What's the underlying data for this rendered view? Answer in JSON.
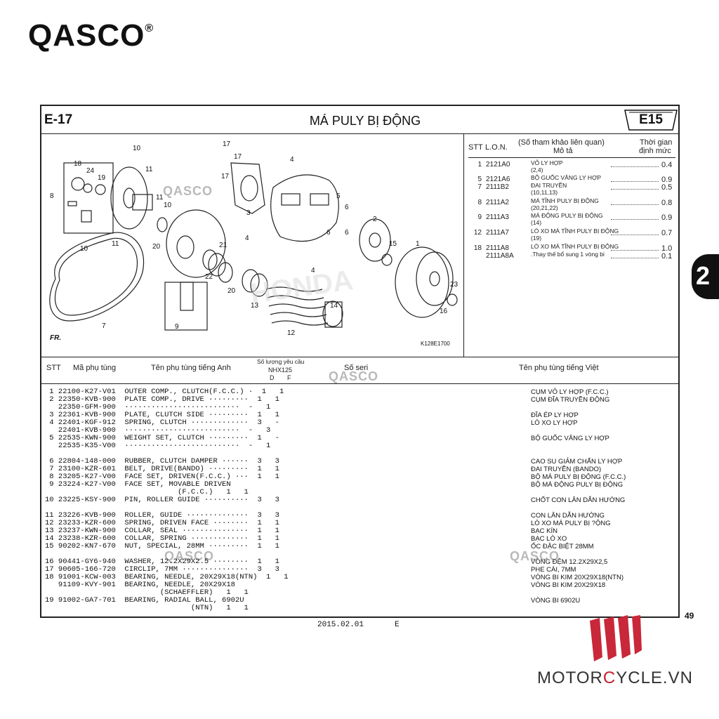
{
  "brand": {
    "name": "QASCO",
    "reg": "®"
  },
  "header": {
    "code": "E-17",
    "title": "MÁ PULY BỊ ĐỘNG",
    "badge": "E15"
  },
  "ref": {
    "h_stt": "STT",
    "h_lon": "L.O.N.",
    "h_ref": "(Số tham khảo liên quan)",
    "h_desc": "Mô tả",
    "h_time1": "Thời gian",
    "h_time2": "định mức",
    "rows": [
      {
        "stt": "1",
        "lon": "2121A0",
        "desc": "VỎ LY HỢP",
        "sub": "(2,4)",
        "time": "0.4"
      },
      {
        "stt": "5",
        "lon": "2121A6",
        "desc": "BỘ GUỐC VĂNG LY HỢP",
        "sub": "",
        "time": "0.9"
      },
      {
        "stt": "7",
        "lon": "2111B2",
        "desc": "ĐAI TRUYỀN",
        "sub": "(10,11,13)",
        "time": "0.5"
      },
      {
        "stt": "8",
        "lon": "2111A2",
        "desc": "MÁ TĨNH PULY BỊ ĐỘNG",
        "sub": "(20,21,22)",
        "time": "0.8"
      },
      {
        "stt": "9",
        "lon": "2111A3",
        "desc": "MÁ ĐỘNG PULY BỊ ĐỘNG",
        "sub": "(14)",
        "time": "0.9"
      },
      {
        "stt": "12",
        "lon": "2111A7",
        "desc": "LÒ XO MÁ TĨNH PULY BỊ ĐỘNG",
        "sub": "(19)",
        "time": "0.7"
      },
      {
        "stt": "18",
        "lon": "2111A8",
        "desc": "LÒ XO MÁ TĨNH PULY BỊ ĐỘNG",
        "sub": "",
        "time": "1.0"
      },
      {
        "stt": "",
        "lon": "2111A8A",
        "desc": ".Thay thế bổ sung 1 vòng bi",
        "sub": "",
        "time": "0.1"
      }
    ]
  },
  "diagram": {
    "code": "K128E1700",
    "fr": "FR.",
    "callouts": [
      "10",
      "11",
      "18",
      "24",
      "19",
      "8",
      "11",
      "10",
      "20",
      "10",
      "11",
      "7",
      "9",
      "17",
      "17",
      "17",
      "3",
      "4",
      "5",
      "6",
      "6",
      "6",
      "2",
      "4",
      "4",
      "22",
      "21",
      "20",
      "13",
      "12",
      "14",
      "15",
      "1",
      "23",
      "16"
    ]
  },
  "table": {
    "h_stt": "STT",
    "h_part": "Mã phụ tùng",
    "h_en": "Tên phụ tùng tiếng Anh",
    "h_qty": "Số lượng yêu cầu",
    "h_model": "NHX125",
    "h_d": "D",
    "h_f": "F",
    "h_seri": "Số seri",
    "h_vi": "Tên phụ tùng tiếng Việt",
    "lines": [
      {
        "t": " 1 22100-K27-V01  OUTER COMP., CLUTCH(F.C.C.) ·  1   1",
        "v": "CỤM VỎ LY HỢP (F.C.C.)"
      },
      {
        "t": " 2 22350-KVB-900  PLATE COMP., DRIVE ·········  1   1",
        "v": "CỤM ĐĨA TRUYỀN ĐỘNG"
      },
      {
        "t": "   22350-GFM-900  ··························  -   1",
        "v": ""
      },
      {
        "t": " 3 22361-KVB-900  PLATE, CLUTCH SIDE ·········  1   1",
        "v": "ĐĨA ÉP LY HỢP"
      },
      {
        "t": " 4 22401-KGF-912  SPRING, CLUTCH ·············  3   -",
        "v": "LÒ XO LY HỢP"
      },
      {
        "t": "   22401-KVB-900  ··························  -   3",
        "v": ""
      },
      {
        "t": " 5 22535-KWN-900  WEIGHT SET, CLUTCH ·········  1   -",
        "v": "BỘ GUỐC VĂNG LY HỢP"
      },
      {
        "t": "   22535-K35-V00  ··························  -   1",
        "v": ""
      },
      {
        "t": "",
        "v": ""
      },
      {
        "t": " 6 22804-148-000  RUBBER, CLUTCH DAMPER ······  3   3",
        "v": "CAO SU GIẢM CHẤN LY HỢP"
      },
      {
        "t": " 7 23100-KZR-601  BELT, DRIVE(BANDO) ·········  1   1",
        "v": "ĐAI TRUYỀN (BANDO)"
      },
      {
        "t": " 8 23205-K27-V00  FACE SET, DRIVEN(F.C.C.) ···  1   1",
        "v": "BỘ MÁ PULY BỊ ĐỘNG (F.C.C.)"
      },
      {
        "t": " 9 23224-K27-V00  FACE SET, MOVABLE DRIVEN",
        "v": "BỘ MÁ ĐỘNG PULY BỊ ĐỘNG"
      },
      {
        "t": "                              (F.C.C.)   1   1",
        "v": ""
      },
      {
        "t": "10 23225-KSY-900  PIN, ROLLER GUIDE ··········  3   3",
        "v": "CHỐT CON LĂN DẪN HƯỚNG"
      },
      {
        "t": "",
        "v": ""
      },
      {
        "t": "11 23226-KVB-900  ROLLER, GUIDE ··············  3   3",
        "v": "CON LĂN DẪN HƯỚNG"
      },
      {
        "t": "12 23233-KZR-600  SPRING, DRIVEN FACE ········  1   1",
        "v": "LÒ XO MÁ PULY BỊ ?ỘNG"
      },
      {
        "t": "13 23237-KWN-900  COLLAR, SEAL ···············  1   1",
        "v": "BẠC KÍN"
      },
      {
        "t": "14 23238-KZR-600  COLLAR, SPRING ·············  1   1",
        "v": "BẠC LÒ XO"
      },
      {
        "t": "15 90202-KN7-670  NUT, SPECIAL, 28MM ·········  1   1",
        "v": "ỐC ĐẶC BIỆT 28MM"
      },
      {
        "t": "",
        "v": ""
      },
      {
        "t": "16 90441-GY6-940  WASHER, 12.2X29X2.5 ········  1   1",
        "v": "VÒNG ĐỆM 12.2X29X2,5"
      },
      {
        "t": "17 90605-166-720  CIRCLIP, 7MM ···············  3   3",
        "v": "PHE CÀI, 7MM"
      },
      {
        "t": "18 91001-KCW-003  BEARING, NEEDLE, 20X29X18(NTN)  1   1",
        "v": "VÒNG BI KIM 20X29X18(NTN)"
      },
      {
        "t": "   91109-KVY-901  BEARING, NEEDLE, 20X29X18",
        "v": "VÒNG BI KIM 20X29X18"
      },
      {
        "t": "                          (SCHAEFFLER)   1   1",
        "v": ""
      },
      {
        "t": "19 91002-GA7-701  BEARING, RADIAL BALL, 6902U",
        "v": "VÒNG BI 6902U"
      },
      {
        "t": "                                 (NTN)   1   1",
        "v": ""
      }
    ]
  },
  "footer": {
    "date": "2015.02.01",
    "edition": "E",
    "page": "49"
  },
  "side_tab": "2",
  "watermark": "QASCO",
  "logo_text": {
    "a": "MOTOR",
    "b": "C",
    "c": "YCLE.VN"
  }
}
